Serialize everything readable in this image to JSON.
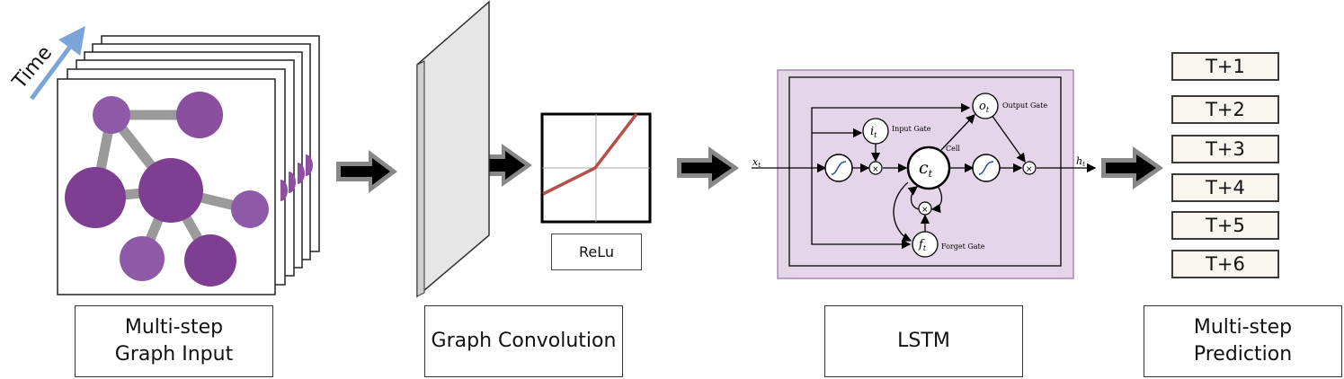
{
  "time_label": "Time",
  "stages": {
    "input": "Multi-step Graph Input",
    "graph_conv": "Graph Convolution",
    "lstm": "LSTM",
    "prediction": "Multi-step Prediction"
  },
  "relu_label": "ReLu",
  "lstm_cell": {
    "input_gate": "Input Gate",
    "output_gate": "Output Gate",
    "forget_gate": "Forget Gate",
    "cell": "Cell",
    "symbols": {
      "i": "i",
      "o": "o",
      "f": "f",
      "c": "c",
      "sub_t": "t",
      "x": "x",
      "h": "h",
      "times": "×"
    }
  },
  "predictions": [
    "T+1",
    "T+2",
    "T+3",
    "T+4",
    "T+5",
    "T+6"
  ],
  "colors": {
    "node": "#8e4fa2",
    "edge": "#9a9a9a",
    "lstm_bg": "#e5d5e9",
    "relu": "#b5504a",
    "time_arrow": "#7aa5d8"
  }
}
